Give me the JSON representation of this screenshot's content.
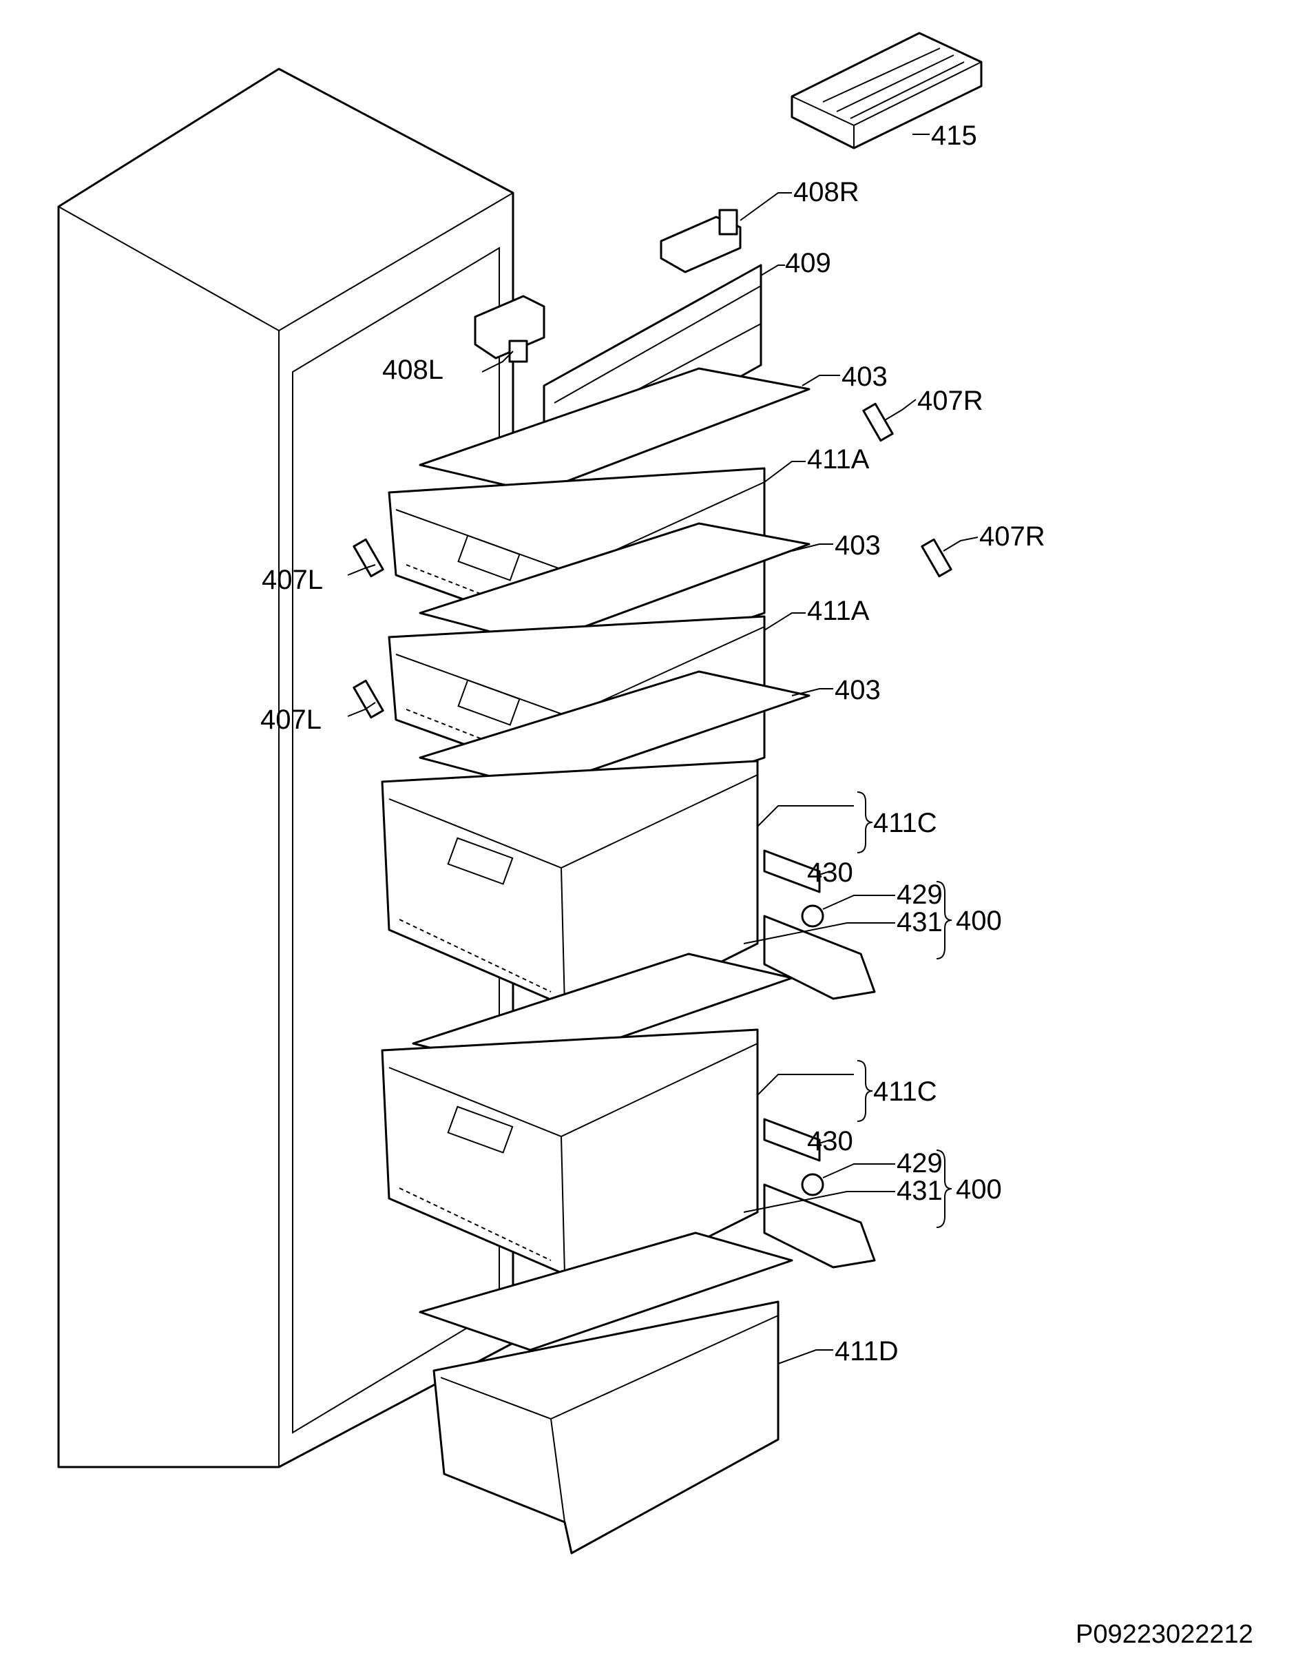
{
  "labels": {
    "l415": "415",
    "l408R": "408R",
    "l409": "409",
    "l408L": "408L",
    "l403a": "403",
    "l407Ra": "407R",
    "l411Aa": "411A",
    "l403b": "403",
    "l407Rb": "407R",
    "l407La": "407L",
    "l411Ab": "411A",
    "l403c": "403",
    "l407Lb": "407L",
    "l411Ca": "411C",
    "l430a": "430",
    "l429a": "429",
    "l431a": "431",
    "l400a": "400",
    "l411Cb": "411C",
    "l430b": "430",
    "l429b": "429",
    "l431b": "431",
    "l400b": "400",
    "l411D": "411D"
  },
  "document_id": "P09223022212"
}
